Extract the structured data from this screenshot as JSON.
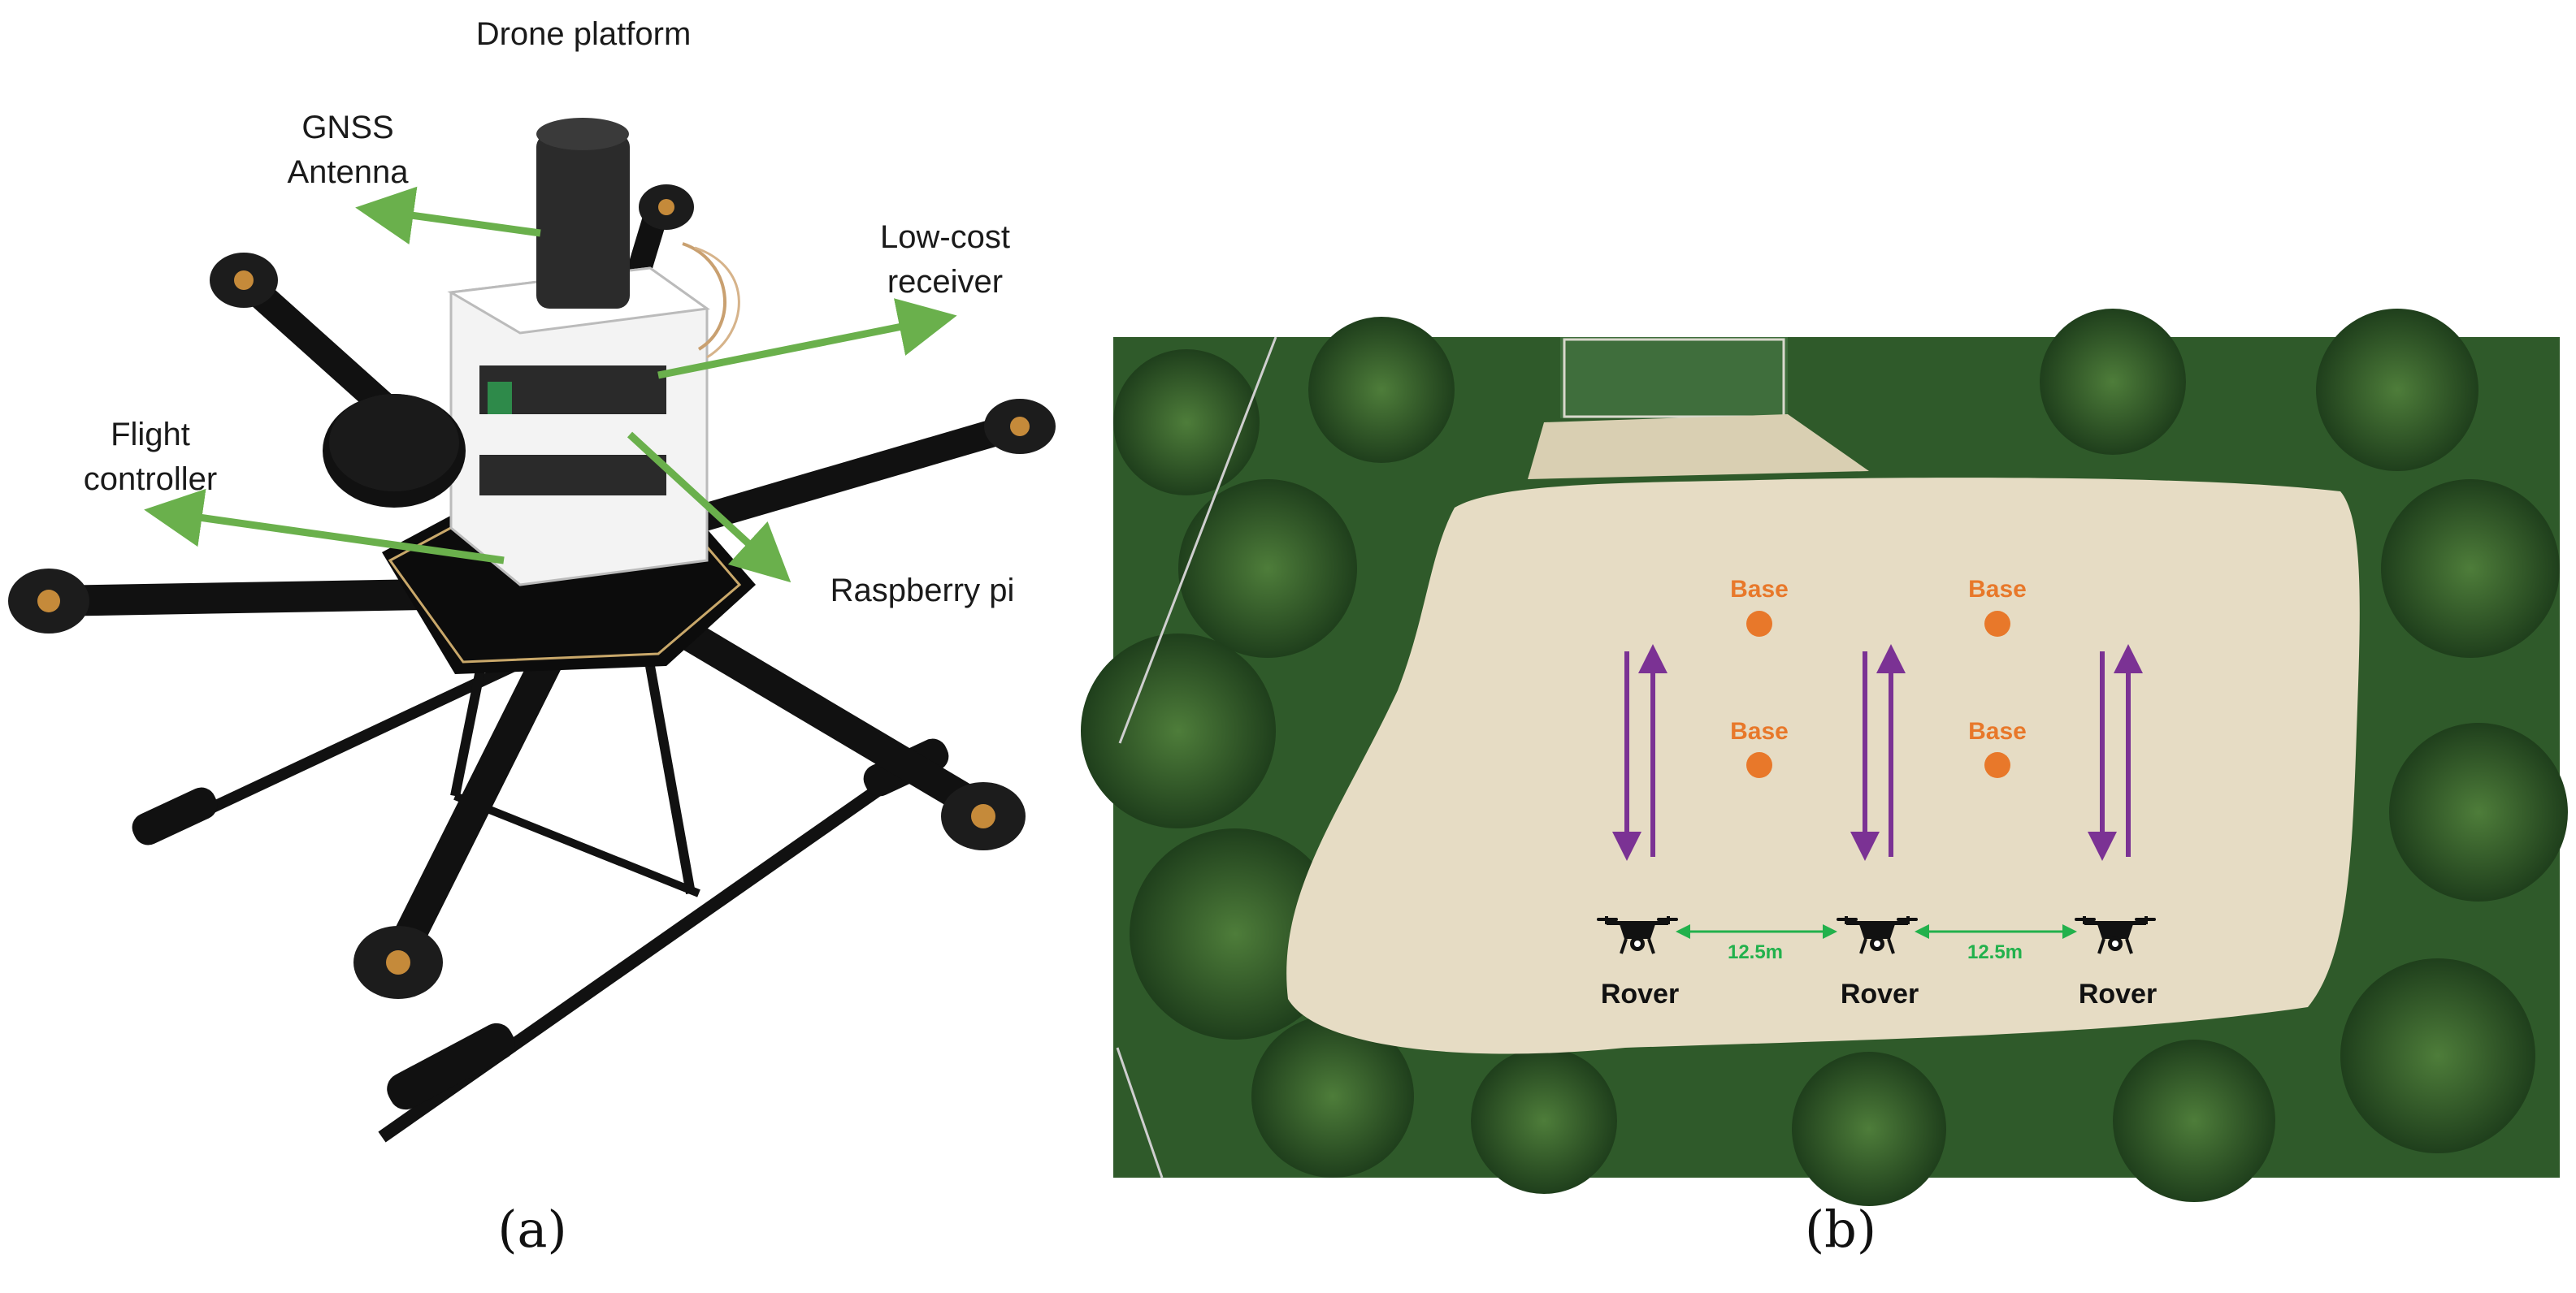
{
  "panel_a": {
    "labels": {
      "title": "Drone platform",
      "gnss_line1": "GNSS",
      "gnss_line2": "Antenna",
      "receiver_line1": "Low-cost",
      "receiver_line2": "receiver",
      "flight_line1": "Flight",
      "flight_line2": "controller",
      "raspberry": "Raspberry pi"
    },
    "caption": "(a)",
    "arrow_color": "#6ab04c"
  },
  "panel_b": {
    "bases": [
      "Base",
      "Base",
      "Base",
      "Base"
    ],
    "rovers": [
      "Rover",
      "Rover",
      "Rover"
    ],
    "distances": [
      "12.5m",
      "12.5m"
    ],
    "caption": "(b)",
    "colors": {
      "base": "#e8782a",
      "flight_path": "#7b3294",
      "distance": "#22b14c",
      "field": "#e6dcc4",
      "forest": "#2f5a2a"
    }
  }
}
